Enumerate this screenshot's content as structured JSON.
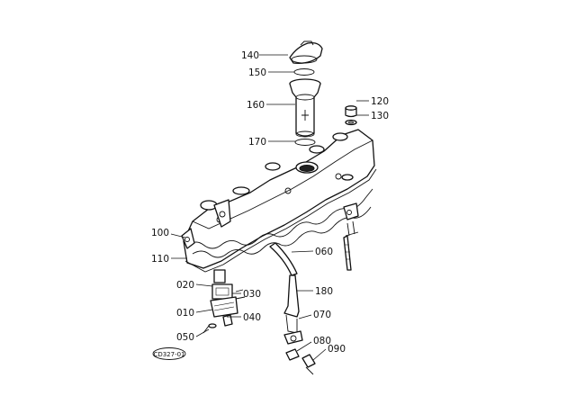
{
  "diagram": {
    "reference_code": "CD327-01",
    "parts": [
      {
        "id": "140",
        "label": "140",
        "component": "oil-filler-cap"
      },
      {
        "id": "150",
        "label": "150",
        "component": "o-ring"
      },
      {
        "id": "160",
        "label": "160",
        "component": "filler-tube"
      },
      {
        "id": "170",
        "label": "170",
        "component": "o-ring"
      },
      {
        "id": "120",
        "label": "120",
        "component": "cap-nut"
      },
      {
        "id": "130",
        "label": "130",
        "component": "washer"
      },
      {
        "id": "100",
        "label": "100",
        "component": "cylinder-head-cover"
      },
      {
        "id": "110",
        "label": "110",
        "component": "gasket"
      },
      {
        "id": "060",
        "label": "060",
        "component": "hose"
      },
      {
        "id": "180",
        "label": "180",
        "component": "breather-pipe"
      },
      {
        "id": "070",
        "label": "070",
        "component": "clamp"
      },
      {
        "id": "080",
        "label": "080",
        "component": "clip"
      },
      {
        "id": "090",
        "label": "090",
        "component": "bolt"
      },
      {
        "id": "020",
        "label": "020",
        "component": "breather-valve"
      },
      {
        "id": "030",
        "label": "030",
        "component": "gasket"
      },
      {
        "id": "010",
        "label": "010",
        "component": "breather-body"
      },
      {
        "id": "040",
        "label": "040",
        "component": "plate"
      },
      {
        "id": "050",
        "label": "050",
        "component": "screw"
      }
    ]
  }
}
